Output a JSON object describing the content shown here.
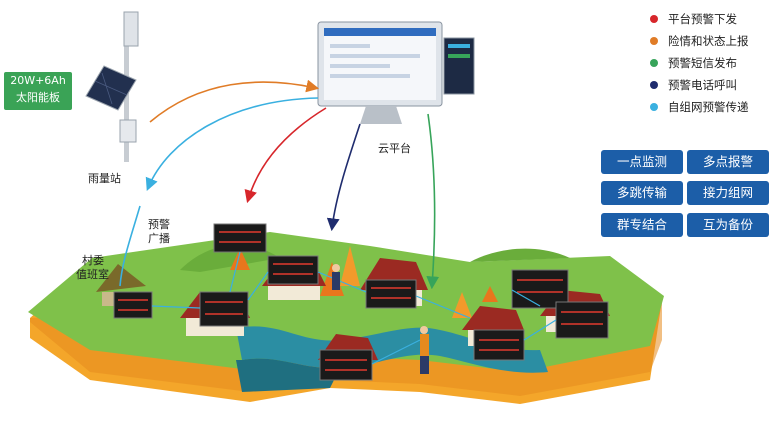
{
  "solar_label": [
    "20W+6Ah",
    "太阳能板"
  ],
  "labels": {
    "rain_station": "雨量站",
    "cloud_platform": "云平台",
    "broadcast": [
      "预警",
      "广播"
    ],
    "village_duty": [
      "村委",
      "值班室"
    ]
  },
  "legend": [
    {
      "label": "平台预警下发",
      "color": "#d7262b"
    },
    {
      "label": "险情和状态上报",
      "color": "#e07c27"
    },
    {
      "label": "预警短信发布",
      "color": "#37a45a"
    },
    {
      "label": "预警电话呼叫",
      "color": "#1f2c6e"
    },
    {
      "label": "自组网预警传递",
      "color": "#3ab0e0"
    }
  ],
  "features": [
    "一点监测",
    "多点报警",
    "多跳传输",
    "接力组网",
    "群专结合",
    "互为备份"
  ],
  "colors": {
    "feature_bg": "#1c5ea8",
    "grass": "#7fc14a",
    "soil": "#f4a62a",
    "river": "#2b8ea3",
    "solar_badge": "#3aa356"
  }
}
